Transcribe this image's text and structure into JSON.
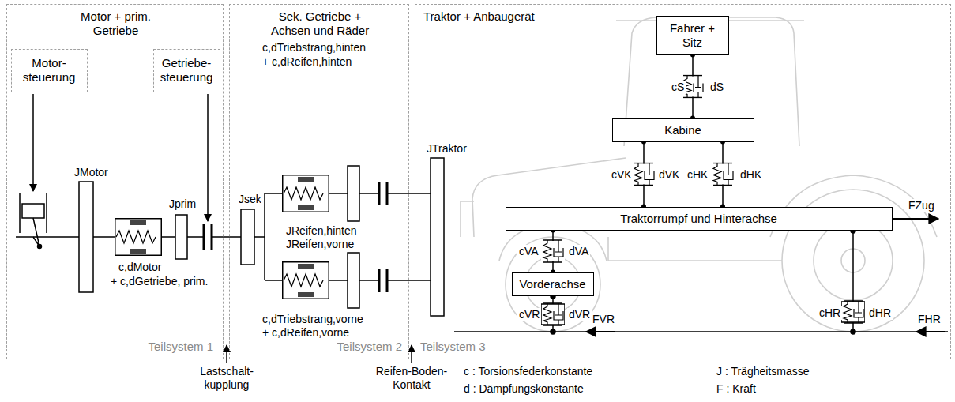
{
  "diagram": {
    "nodes": [
      {
        "text": [
          "Motor + prim. Getriebe",
          "Teilsystem 1"
        ]
      },
      {
        "text": [
          "Motor- steuerung"
        ],
        "in": 0
      },
      {
        "text": [
          "Getriebe- steuerung"
        ],
        "in": 0
      },
      {
        "text": [
          "Sek. Getriebe + Achsen und Räder",
          "Teilsystem 2"
        ]
      },
      {
        "text": [
          "Traktor + Anbaugerät",
          "Teilsystem 3"
        ]
      },
      {
        "text": [
          "Fahrer + Sitz"
        ],
        "in": 4
      },
      {
        "text": [
          "Kabine"
        ],
        "in": 4
      },
      {
        "text": [
          "Traktorrumpf und Hinterachse"
        ],
        "in": 4
      },
      {
        "text": [
          "Vorderachse"
        ],
        "in": 4
      }
    ],
    "edges": [
      {
        "from": 5,
        "to": 6,
        "arrow": "none"
      },
      {
        "from": 6,
        "to": 7,
        "arrow": "none"
      },
      {
        "from": 6,
        "to": 7,
        "arrow": "none"
      },
      {
        "from": 7,
        "to": 8,
        "arrow": "none"
      }
    ],
    "labels": [
      "JMotor",
      "c,dMotor",
      "+ c,dGetriebe, prim.",
      "Jprim",
      "c,dTriebstrang,hinten",
      "+ c,dReifen,hinten",
      "Jsek",
      "JReifen,hinten",
      "JReifen,vorne",
      "c,dTriebstrang,vorne",
      "+ c,dReifen,vorne",
      "JTraktor",
      "cS",
      "dS",
      "cVK",
      "dVK",
      "cHK",
      "dHK",
      "cVA",
      "dVA",
      "cVR",
      "dVR",
      "cHR",
      "dHR",
      "FZug",
      "FVR",
      "FHR",
      "Lastschalt- kupplung",
      "Reifen-Boden- Kontakt",
      "c : Torsionsfederkonstante",
      "d : Dämpfungskonstante",
      "J : Trägheitsmasse",
      "F : Kraft"
    ]
  }
}
